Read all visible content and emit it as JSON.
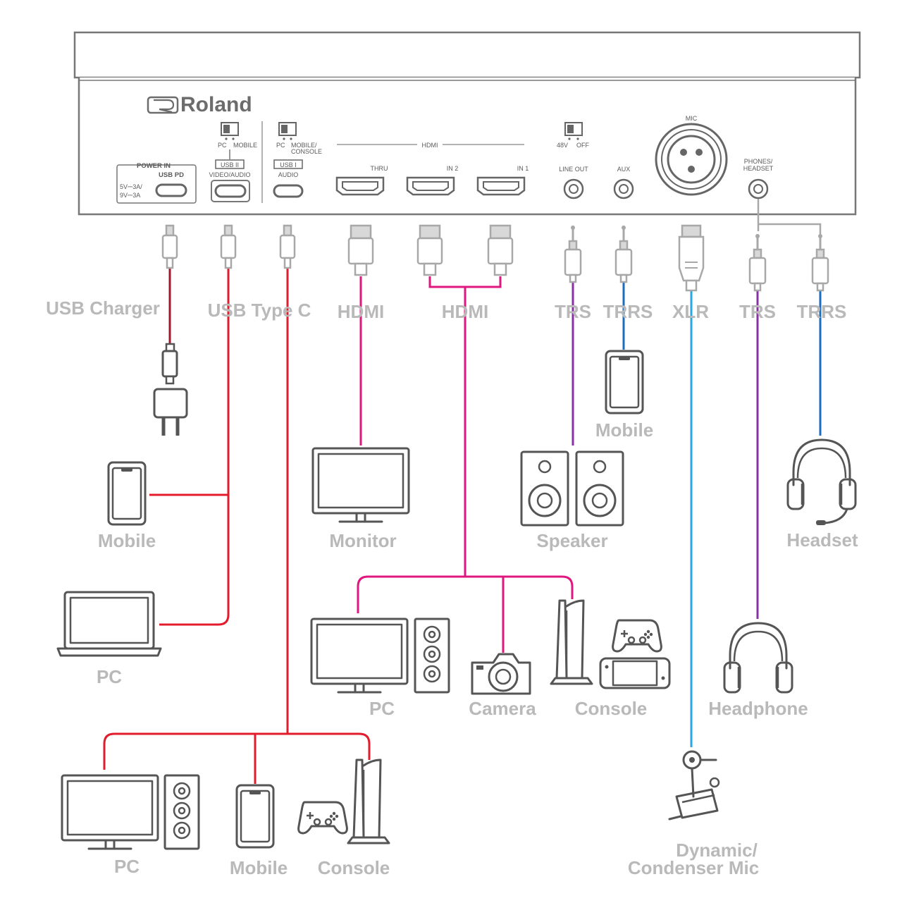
{
  "device": {
    "brand": "Roland",
    "power_in": "POWER IN",
    "usb_pd": "USB PD",
    "power_spec_1": "5V⎓3A/",
    "power_spec_2": "9V⎓3A",
    "switch1_pc": "PC",
    "switch1_mobile": "MOBILE",
    "usb2": "USB II",
    "usb2_sub": "VIDEO/AUDIO",
    "switch2_pc": "PC",
    "switch2_mobile": "MOBILE/",
    "switch2_console": "CONSOLE",
    "usb1": "USB I",
    "usb1_sub": "AUDIO",
    "hdmi_group": "HDMI",
    "thru": "THRU",
    "in2": "IN 2",
    "in1": "IN 1",
    "sw48v": "48V",
    "sw_off": "OFF",
    "line_out": "LINE OUT",
    "aux": "AUX",
    "mic": "MIC",
    "phones_1": "PHONES/",
    "phones_2": "HEADSET"
  },
  "cables": {
    "usb_charger": "USB Charger",
    "usb_type_c": "USB Type C",
    "hdmi_1": "HDMI",
    "hdmi_2": "HDMI",
    "trs_1": "TRS",
    "trrs_1": "TRRS",
    "xlr": "XLR",
    "trs_2": "TRS",
    "trrs_2": "TRRS"
  },
  "devices": {
    "mobile_usb2": "Mobile",
    "pc_usb2": "PC",
    "pc_usb1": "PC",
    "mobile_usb1": "Mobile",
    "console_usb1": "Console",
    "monitor": "Monitor",
    "pc_hdmi": "PC",
    "camera": "Camera",
    "console_hdmi": "Console",
    "mobile_trrs": "Mobile",
    "speaker": "Speaker",
    "mic_1": "Dynamic/",
    "mic_2": "Condenser Mic",
    "headphone": "Headphone",
    "headset": "Headset"
  },
  "wire_colors": {
    "usb_power": "#a01a2c",
    "usb": "#e31c2d",
    "hdmi": "#e0177f",
    "trs": "#8b2fa5",
    "trrs": "#1d6dbf",
    "xlr": "#2ba6df"
  }
}
